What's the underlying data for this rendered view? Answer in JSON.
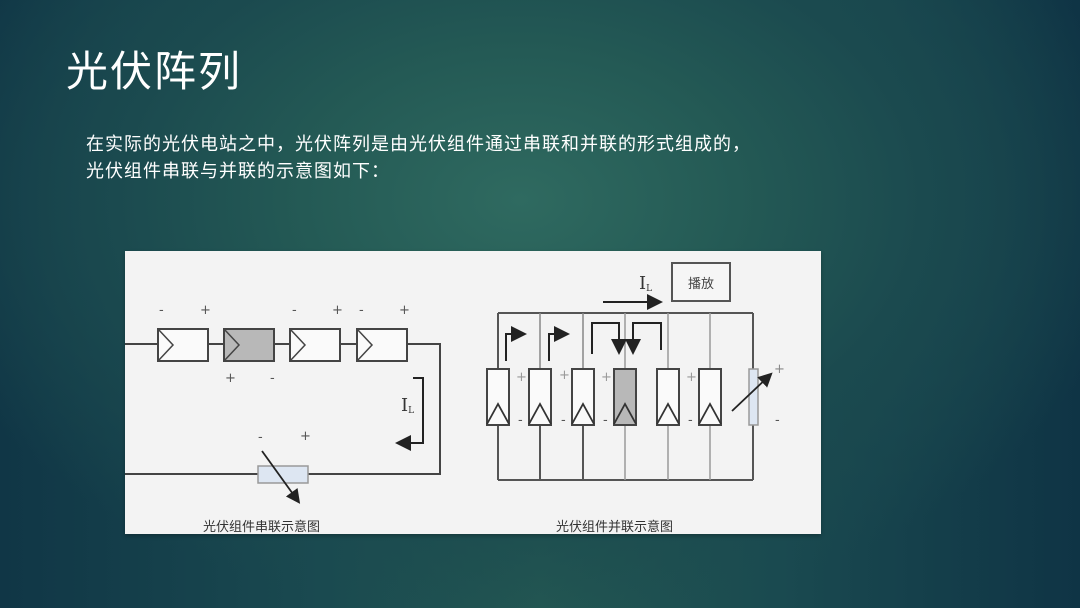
{
  "slide": {
    "title": "光伏阵列",
    "paragraph": {
      "line1": "在实际的光伏电站之中，光伏阵列是由光伏组件通过串联和并联的形式组成的，",
      "line2": "光伏组件串联与并联的示意图如下："
    },
    "colors": {
      "background_dark": "#103646",
      "background_light": "#2f6a60",
      "text": "#ffffff",
      "figure_bg": "#f3f3f3",
      "module_shaded": "#b8b8b8",
      "load_fill": "#dde6f2"
    }
  },
  "diagram": {
    "series": {
      "caption": "光伏组件串联示意图",
      "current_label": "I",
      "current_subscript": "L",
      "modules": [
        {
          "shaded": false,
          "top_left": "-",
          "top_right": "+"
        },
        {
          "shaded": true,
          "bottom_left": "+",
          "bottom_right": "-"
        },
        {
          "shaded": false,
          "top_left": "-",
          "top_right": "+"
        },
        {
          "shaded": false,
          "top_left": "-",
          "top_right": "+"
        }
      ],
      "load": {
        "type": "variable-resistor",
        "left": "-",
        "right": "+"
      }
    },
    "parallel": {
      "caption": "光伏组件并联示意图",
      "current_label": "I",
      "current_subscript": "L",
      "load_box_label": "播放",
      "module_count": 6,
      "shaded_module_index": 3,
      "plus": "+",
      "minus": "-",
      "load": {
        "type": "variable-resistor",
        "top": "+",
        "bottom": "-"
      }
    }
  }
}
